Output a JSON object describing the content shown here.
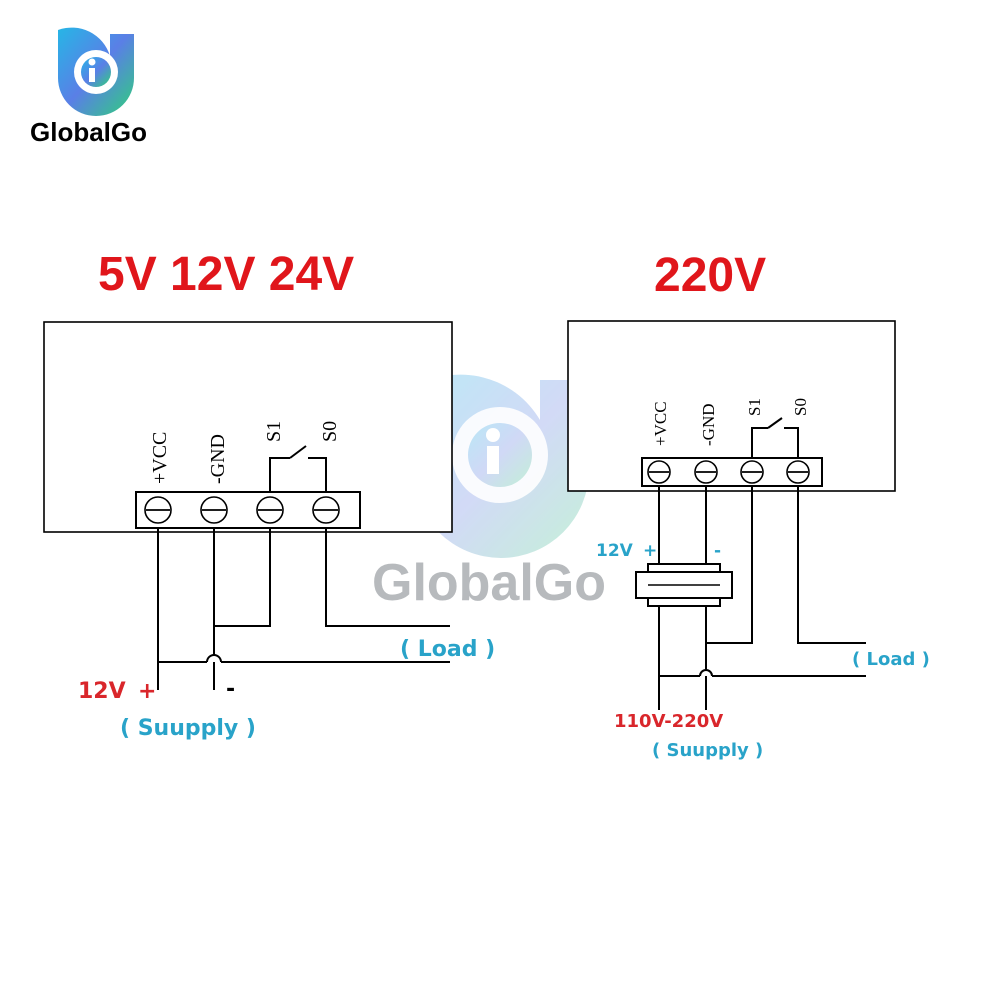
{
  "brand": {
    "name": "GlobalGo",
    "watermark": "GlobalGo",
    "colors": {
      "gradient_start": "#1fb4e0",
      "gradient_mid": "#4a90e2",
      "gradient_end": "#2ecc71",
      "watermark_gray": "#9aa0a6"
    }
  },
  "left_panel": {
    "heading": "5V 12V 24V",
    "pins": [
      "+VCC",
      "-GND",
      "S1",
      "S0"
    ],
    "load_label": "( Load )",
    "supply_voltage": "12V",
    "supply_plus": "+",
    "supply_minus": "-",
    "supply_label": "( Suupply )"
  },
  "right_panel": {
    "heading": "220V",
    "pins": [
      "+VCC",
      "-GND",
      "S1",
      "S0"
    ],
    "adapter_voltage": "12V",
    "adapter_plus": "+",
    "adapter_minus": "-",
    "load_label": "( Load )",
    "supply_voltage": "110V-220V",
    "supply_label": "( Suupply )"
  },
  "colors": {
    "heading_red": "#e0161b",
    "label_red": "#d9262b",
    "label_blue": "#29a3c9",
    "line": "#000000"
  }
}
